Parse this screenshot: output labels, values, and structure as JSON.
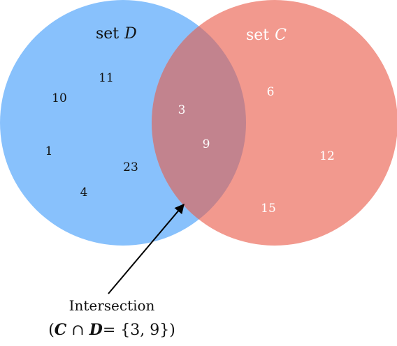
{
  "diagram": {
    "sets": [
      {
        "key": "D",
        "title_prefix": "set",
        "title_var": "D",
        "color": "#88c1fc",
        "only": [
          "11",
          "10",
          "1",
          "23",
          "4"
        ]
      },
      {
        "key": "C",
        "title_prefix": "set",
        "title_var": "C",
        "color": "#f2998e",
        "only": [
          "6",
          "12",
          "15"
        ]
      }
    ],
    "intersection": {
      "members": [
        "3",
        "9"
      ],
      "color": "#c2838e"
    },
    "annotation": {
      "line1": "Intersection",
      "open_paren": "(",
      "var_c": "C",
      "cap": "∩",
      "var_d": "D",
      "equals_set": "= {3, 9})"
    },
    "colors": {
      "text_dark": "#111111",
      "text_light": "#ffffff"
    }
  }
}
